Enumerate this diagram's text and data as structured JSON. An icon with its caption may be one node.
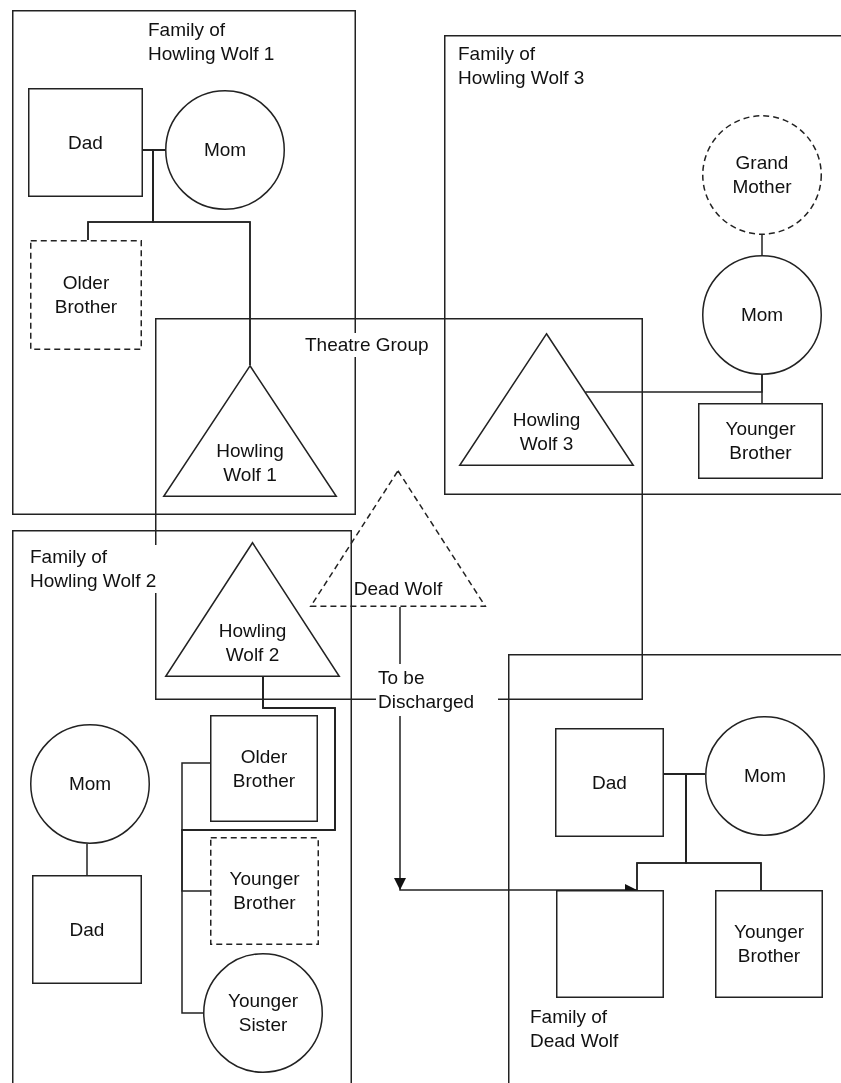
{
  "diagram": {
    "nodes": [
      {
        "text": [
          "Family of Howling Wolf 1"
        ]
      },
      {
        "text": [
          "Dad"
        ],
        "in": 0
      },
      {
        "text": [
          "Mom"
        ],
        "in": 0
      },
      {
        "text": [
          "Older Brother"
        ],
        "in": 0
      },
      {
        "text": [
          "Family of Howling Wolf 3"
        ]
      },
      {
        "text": [
          "Grand Mother"
        ],
        "in": 4
      },
      {
        "text": [
          "Mom"
        ],
        "in": 4
      },
      {
        "text": [
          "Theatre Group"
        ]
      },
      {
        "text": [
          "Howling Wolf 1"
        ]
      },
      {
        "text": [
          "Howling Wolf 3"
        ]
      },
      {
        "text": [
          "Younger Brother"
        ],
        "in": 4
      },
      {
        "text": [
          "Family of Howling Wolf 2"
        ]
      },
      {
        "text": [
          "Howling Wolf 2"
        ]
      },
      {
        "text": [
          "Dead Wolf"
        ],
        "in": 7
      },
      {
        "text": [
          "Mom"
        ],
        "in": 11
      },
      {
        "text": [
          "Older Brother"
        ],
        "in": 11
      },
      {
        "text": [
          "Family of Dead Wolf"
        ]
      },
      {
        "text": [
          "Dad"
        ],
        "in": 16
      },
      {
        "text": [
          "Mom"
        ],
        "in": 16
      },
      {
        "text": [
          "Dad"
        ],
        "in": 11
      },
      {
        "text": [
          "Younger Brother"
        ],
        "in": 11
      },
      {
        "text": [],
        "shape": "box",
        "in": 16
      },
      {
        "text": [
          "Younger Brother"
        ],
        "in": 16
      },
      {
        "text": [
          "Younger Sister"
        ],
        "in": 11
      }
    ],
    "edges": [
      {
        "from": 1,
        "to": 2,
        "arrow": "none"
      },
      {
        "from": 1,
        "to": 3,
        "arrow": "none"
      },
      {
        "from": 2,
        "to": 3,
        "arrow": "none"
      },
      {
        "from": 1,
        "to": 8,
        "arrow": "none"
      },
      {
        "from": 2,
        "to": 8,
        "arrow": "none"
      },
      {
        "from": 5,
        "to": 6,
        "arrow": "none"
      },
      {
        "from": 6,
        "to": 10,
        "arrow": "none"
      },
      {
        "from": 6,
        "to": 9,
        "arrow": "none"
      },
      {
        "from": 12,
        "to": 15,
        "arrow": "none"
      },
      {
        "from": 12,
        "to": 20,
        "arrow": "none"
      },
      {
        "from": 12,
        "to": 23,
        "arrow": "none"
      },
      {
        "from": 14,
        "to": 19,
        "arrow": "none"
      },
      {
        "from": 17,
        "to": 18,
        "arrow": "none"
      },
      {
        "from": 17,
        "to": 21,
        "arrow": "none"
      },
      {
        "from": 18,
        "to": 21,
        "arrow": "none"
      },
      {
        "from": 17,
        "to": 22,
        "arrow": "none"
      },
      {
        "from": 18,
        "to": 22,
        "arrow": "none"
      },
      {
        "from": 13,
        "to": 21,
        "arrow": "to",
        "label": "To be Discharged"
      }
    ]
  }
}
